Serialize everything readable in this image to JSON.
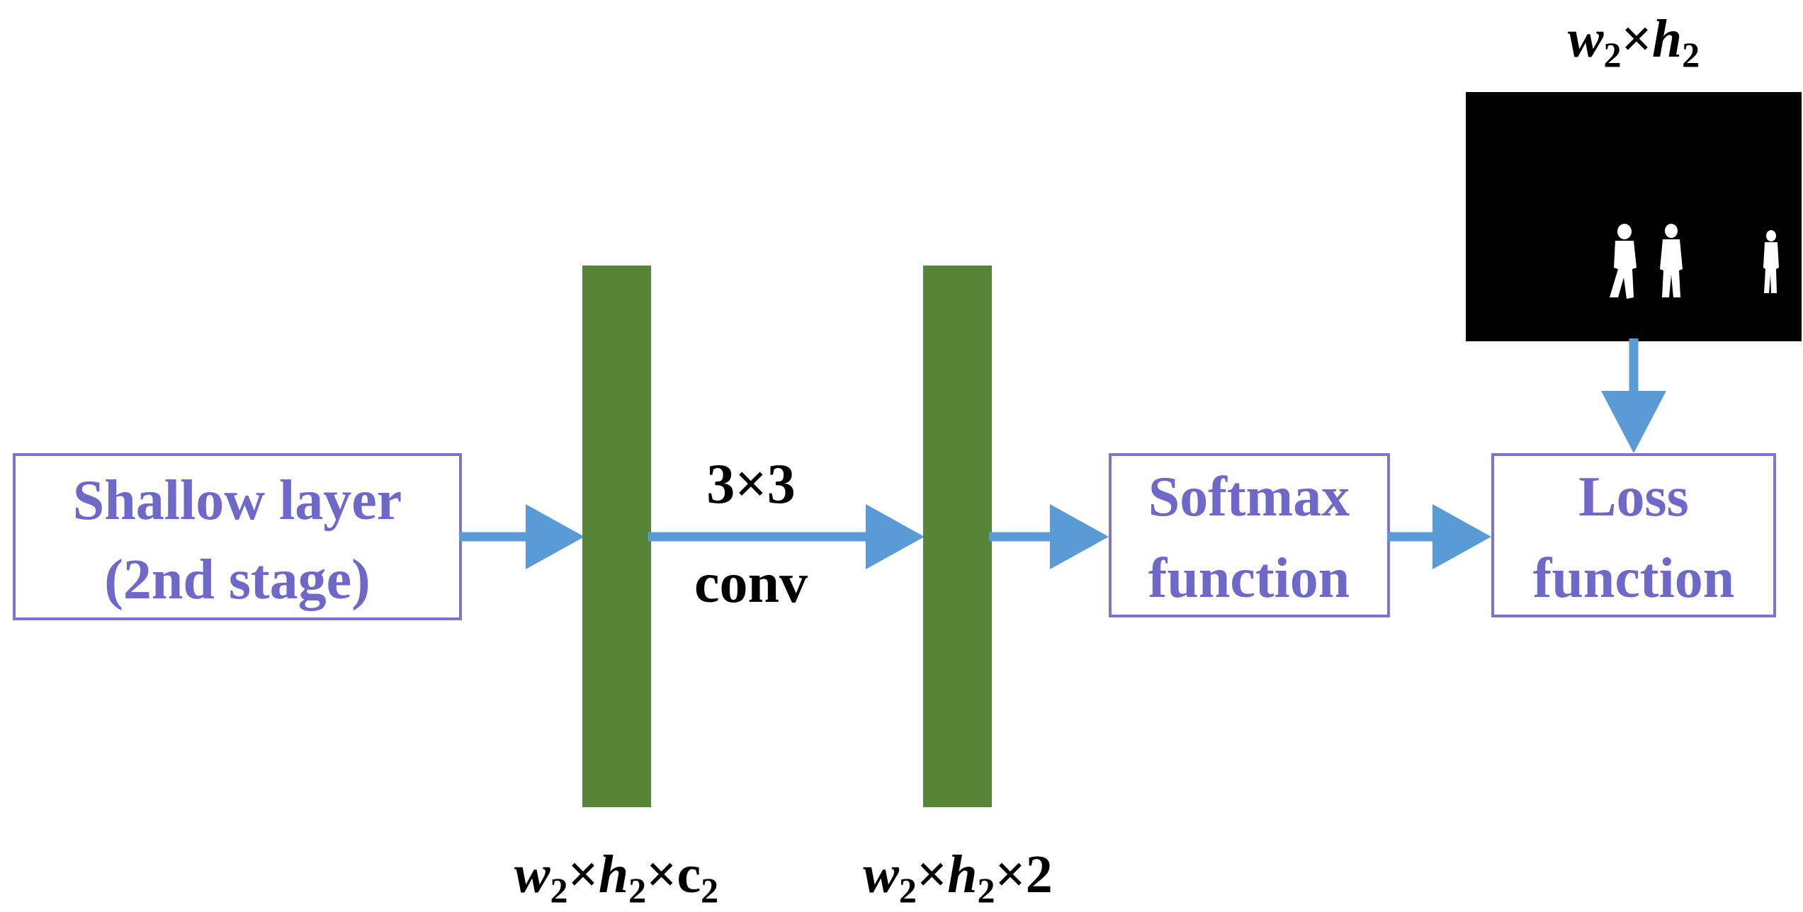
{
  "diagram": {
    "shallow_box": {
      "line1": "Shallow layer",
      "line2": "(2nd stage)"
    },
    "conv_label": {
      "line1": "3×3",
      "line2": "conv"
    },
    "softmax_box": {
      "line1": "Softmax",
      "line2": "function"
    },
    "loss_box": {
      "line1": "Loss",
      "line2": "function"
    },
    "feature_map_1": {
      "w": "w",
      "w_sub": "2",
      "x1": "×",
      "h": "h",
      "h_sub": "2",
      "x2": "×",
      "c": "c",
      "c_sub": "2"
    },
    "feature_map_2": {
      "w": "w",
      "w_sub": "2",
      "x1": "×",
      "h": "h",
      "h_sub": "2",
      "x2": "×2"
    },
    "ground_truth": {
      "w": "w",
      "w_sub": "2",
      "x": "×",
      "h": "h",
      "h_sub": "2"
    }
  },
  "colors": {
    "box_border": "#7e73d0",
    "box_text": "#6f68c8",
    "feature_map": "#578538",
    "arrow": "#5b9bd5",
    "ground_truth_bg": "#000000"
  }
}
